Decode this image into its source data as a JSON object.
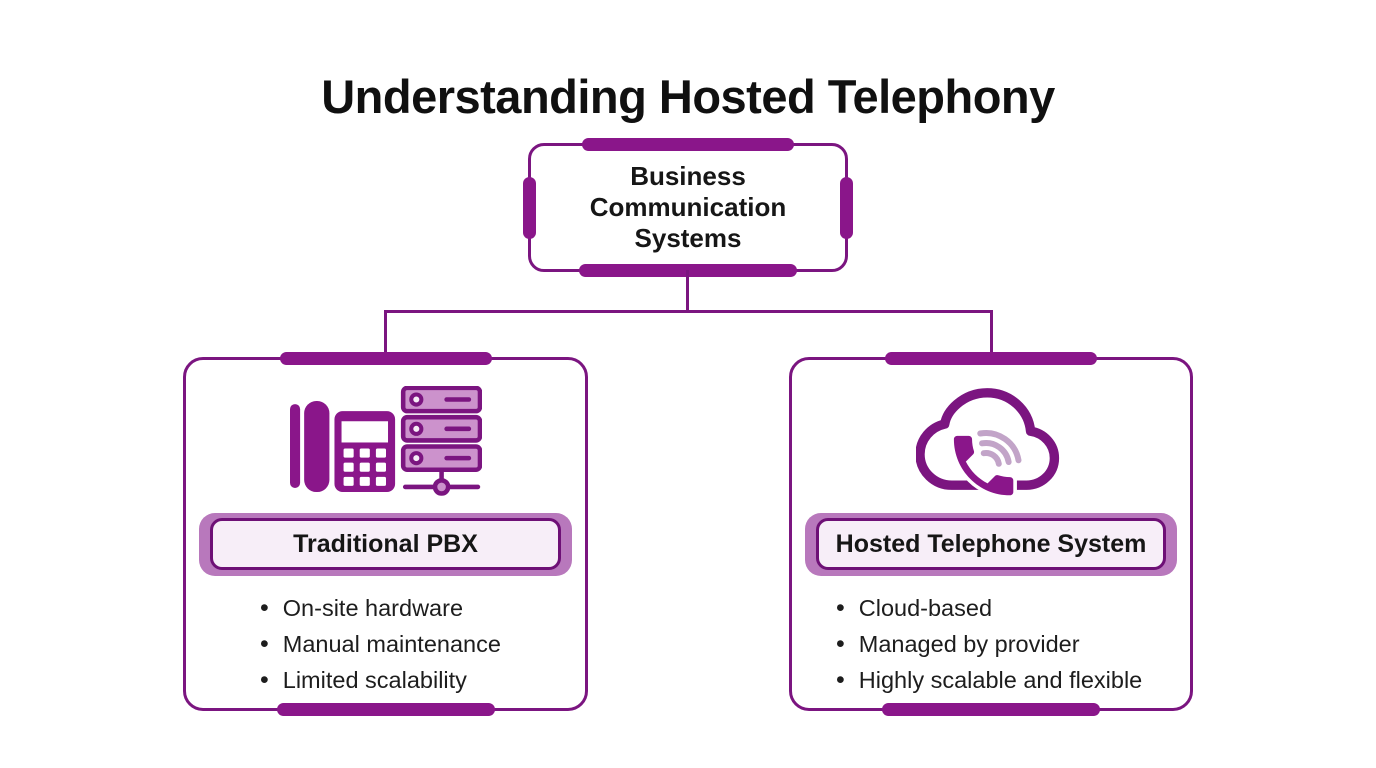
{
  "page": {
    "title": "Understanding Hosted Telephony"
  },
  "palette": {
    "accent_purple": "#8A168A",
    "outline_purple": "#7B1580",
    "light_purple_fill": "#CC92CC",
    "band_purple": "#B878BC",
    "pill_fill": "#F7EEF8",
    "wave_lavender": "#C2A4C8",
    "text_dark": "#161616",
    "background": "#FFFFFF"
  },
  "diagram": {
    "root": {
      "label": "Business Communication Systems"
    },
    "branches": [
      {
        "label": "Traditional PBX",
        "icon": "desk-phone-and-server-rack-icon",
        "bullets": [
          "On-site hardware",
          "Manual maintenance",
          "Limited scalability"
        ]
      },
      {
        "label": "Hosted Telephone System",
        "icon": "cloud-telephony-icon",
        "bullets": [
          "Cloud-based",
          "Managed by provider",
          "Highly scalable and flexible"
        ]
      }
    ]
  }
}
